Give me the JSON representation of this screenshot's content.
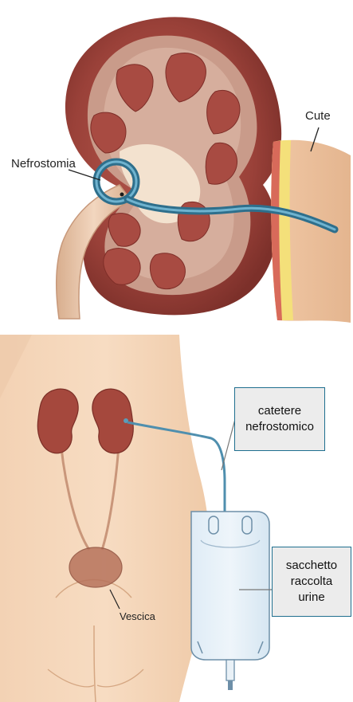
{
  "top_panel": {
    "labels": {
      "nephrostomy": "Nefrostomia",
      "skin": "Cute"
    }
  },
  "bottom_panel": {
    "labels": {
      "bladder": "Vescica"
    },
    "callouts": {
      "catheter": [
        "catetere",
        "nefrostomico"
      ],
      "bag": [
        "sacchetto",
        "raccolta",
        "urine"
      ]
    }
  }
}
